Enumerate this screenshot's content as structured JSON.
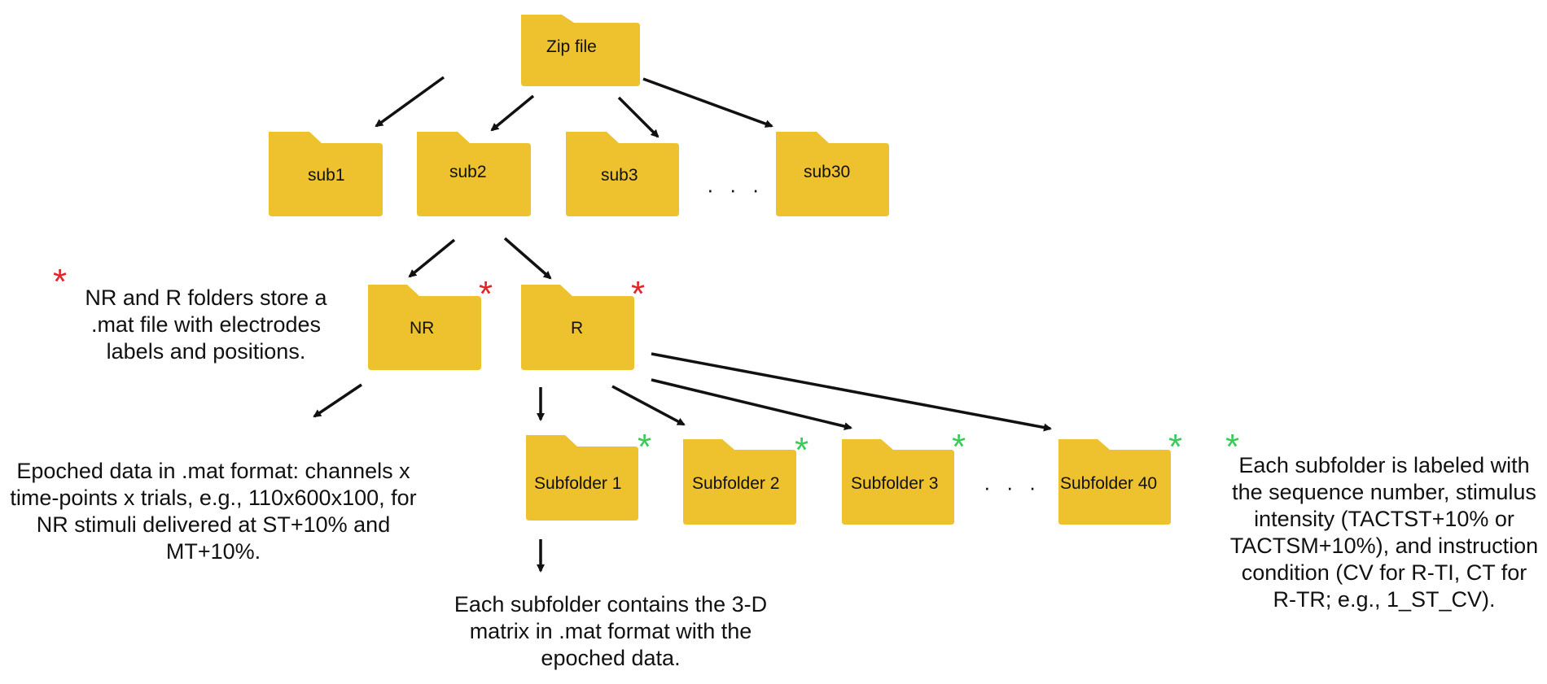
{
  "colors": {
    "folder": "#EEC12E",
    "red_star": "#E3242B",
    "green_star": "#3CCB5B",
    "arrow": "#111111"
  },
  "folders": {
    "zip": "Zip file",
    "sub1": "sub1",
    "sub2": "sub2",
    "sub3": "sub3",
    "sub30": "sub30",
    "nr": "NR",
    "r": "R",
    "subfolder1": "Subfolder 1",
    "subfolder2": "Subfolder 2",
    "subfolder3": "Subfolder 3",
    "subfolder40": "Subfolder 40"
  },
  "ellipsis": "· · ·",
  "star": "*",
  "notes": {
    "nr_r_note": "NR and R folders store a .mat file with electrodes labels and positions.",
    "epoched_note": "Epoched data in .mat format: channels x time-points x trials, e.g., 110x600x100, for NR stimuli delivered at ST+10% and MT+10%.",
    "matrix_note": "Each subfolder contains the 3-D matrix in .mat format with the epoched data.",
    "label_note": "Each subfolder is labeled with the sequence number, stimulus intensity (TACTST+10% or TACTSM+10%), and instruction condition (CV for R-TI, CT for R-TR; e.g., 1_ST_CV)."
  }
}
